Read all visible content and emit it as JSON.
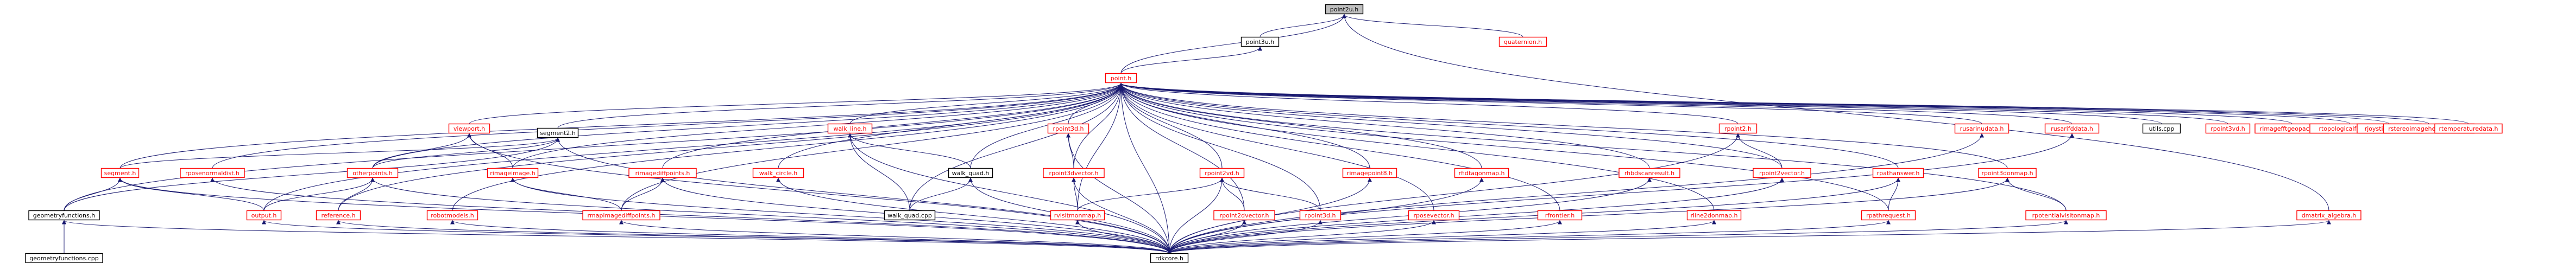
{
  "colors": {
    "edge": "#191970",
    "border_default": "#000000",
    "text_default": "#000000",
    "border_missing": "#ff0000",
    "text_missing": "#ff0000",
    "focus_fill": "#bfbfbf"
  },
  "graph": {
    "nodes": [
      {
        "id": "point2u",
        "label": "point2u.h",
        "style": "focus"
      },
      {
        "id": "quaternion",
        "label": "quaternion.h",
        "style": "missing"
      },
      {
        "id": "point3u",
        "label": "point3u.h",
        "style": "default"
      },
      {
        "id": "point",
        "label": "point.h",
        "style": "missing"
      },
      {
        "id": "viewport",
        "label": "viewport.h",
        "style": "missing"
      },
      {
        "id": "segment2",
        "label": "segment2.h",
        "style": "default"
      },
      {
        "id": "walk_line",
        "label": "walk_line.h",
        "style": "missing"
      },
      {
        "id": "rpoint3d",
        "label": "rpoint3d.h",
        "style": "missing"
      },
      {
        "id": "rpoint2",
        "label": "rpoint2.h",
        "style": "missing"
      },
      {
        "id": "rusarinudata",
        "label": "rusarinudata.h",
        "style": "missing"
      },
      {
        "id": "rusarifddata",
        "label": "rusarifddata.h",
        "style": "missing"
      },
      {
        "id": "utils_cpp",
        "label": "utils.cpp",
        "style": "default"
      },
      {
        "id": "rpoint3vd",
        "label": "rpoint3vd.h",
        "style": "missing"
      },
      {
        "id": "rimagefftgeopacket",
        "label": "rimagefftgeopacket.h",
        "style": "missing"
      },
      {
        "id": "rtopologicalfrontier",
        "label": "rtopologicalfrontier.h",
        "style": "missing"
      },
      {
        "id": "rjoystickstatus",
        "label": "rjoystickstatus.h",
        "style": "missing"
      },
      {
        "id": "rstereoimageheightsdata",
        "label": "rstereoimageheightsdata.h",
        "style": "missing"
      },
      {
        "id": "rtemperaturedata",
        "label": "rtemperaturedata.h",
        "style": "missing"
      },
      {
        "id": "segment",
        "label": "segment.h",
        "style": "missing"
      },
      {
        "id": "rposenormaldist",
        "label": "rposenormaldist.h",
        "style": "missing"
      },
      {
        "id": "otherpoints",
        "label": "otherpoints.h",
        "style": "missing"
      },
      {
        "id": "rimageimage",
        "label": "rimageimage.h",
        "style": "missing"
      },
      {
        "id": "rimagediffpoints",
        "label": "rimagediffpoints.h",
        "style": "missing"
      },
      {
        "id": "walk_circle",
        "label": "walk_circle.h",
        "style": "missing"
      },
      {
        "id": "walk_quad",
        "label": "walk_quad.h",
        "style": "default"
      },
      {
        "id": "rpoint3dvector",
        "label": "rpoint3dvector.h",
        "style": "missing"
      },
      {
        "id": "rpoint2vd",
        "label": "rpoint2vd.h",
        "style": "missing"
      },
      {
        "id": "rimagepoint8",
        "label": "rimagepoint8.h",
        "style": "missing"
      },
      {
        "id": "rfidtagonmap",
        "label": "rfidtagonmap.h",
        "style": "missing"
      },
      {
        "id": "rhbdscanresult",
        "label": "rhbdscanresult.h",
        "style": "missing"
      },
      {
        "id": "rpoint2vector",
        "label": "rpoint2vector.h",
        "style": "missing"
      },
      {
        "id": "rpathanswer",
        "label": "rpathanswer.h",
        "style": "missing"
      },
      {
        "id": "rpoint3donmap",
        "label": "rpoint3donmap.h",
        "style": "missing"
      },
      {
        "id": "geometryfunctions",
        "label": "geometryfunctions.h",
        "style": "default"
      },
      {
        "id": "output",
        "label": "output.h",
        "style": "missing"
      },
      {
        "id": "reference",
        "label": "reference.h",
        "style": "missing"
      },
      {
        "id": "robotmodels",
        "label": "robotmodels.h",
        "style": "missing"
      },
      {
        "id": "rmapimagediffpoints",
        "label": "rmapimagediffpoints.h",
        "style": "missing"
      },
      {
        "id": "walk_quad_cpp",
        "label": "walk_quad.cpp",
        "style": "default"
      },
      {
        "id": "rvisitmonmap",
        "label": "rvisitmonmap.h",
        "style": "missing"
      },
      {
        "id": "rpoint2dvector",
        "label": "rpoint2dvector.h",
        "style": "missing"
      },
      {
        "id": "rpoint3d_2",
        "label": "rpoint3d.h",
        "style": "missing"
      },
      {
        "id": "rposevector",
        "label": "rposevector.h",
        "style": "missing"
      },
      {
        "id": "rfrontier",
        "label": "rfrontier.h",
        "style": "missing"
      },
      {
        "id": "rline2donmap",
        "label": "rline2donmap.h",
        "style": "missing"
      },
      {
        "id": "rpathrequest",
        "label": "rpathrequest.h",
        "style": "missing"
      },
      {
        "id": "rpotentialvisitonmap",
        "label": "rpotentialvisitonmap.h",
        "style": "missing"
      },
      {
        "id": "dmatrix_algebra",
        "label": "dmatrix_algebra.h",
        "style": "missing"
      },
      {
        "id": "geometryfunctions_cpp",
        "label": "geometryfunctions.cpp",
        "style": "default"
      },
      {
        "id": "rdkcore",
        "label": "rdkcore.h",
        "style": "default"
      }
    ],
    "edges": [
      [
        "point2u",
        "point3u"
      ],
      [
        "point2u",
        "quaternion"
      ],
      [
        "point2u",
        "point"
      ],
      [
        "point2u",
        "dmatrix_algebra"
      ],
      [
        "point3u",
        "point"
      ],
      [
        "point",
        "viewport"
      ],
      [
        "point",
        "segment2"
      ],
      [
        "point",
        "walk_line"
      ],
      [
        "point",
        "rpoint3d"
      ],
      [
        "point",
        "rpoint2"
      ],
      [
        "point",
        "rusarinudata"
      ],
      [
        "point",
        "rusarifddata"
      ],
      [
        "point",
        "utils_cpp"
      ],
      [
        "point",
        "rpoint3vd"
      ],
      [
        "point",
        "rimagefftgeopacket"
      ],
      [
        "point",
        "rtopologicalfrontier"
      ],
      [
        "point",
        "rjoystickstatus"
      ],
      [
        "point",
        "rstereoimageheightsdata"
      ],
      [
        "point",
        "rtemperaturedata"
      ],
      [
        "point",
        "segment"
      ],
      [
        "point",
        "rposenormaldist"
      ],
      [
        "point",
        "otherpoints"
      ],
      [
        "point",
        "rimageimage"
      ],
      [
        "point",
        "rimagediffpoints"
      ],
      [
        "point",
        "walk_circle"
      ],
      [
        "point",
        "walk_quad"
      ],
      [
        "point",
        "rpoint3dvector"
      ],
      [
        "point",
        "rpoint2vd"
      ],
      [
        "point",
        "rimagepoint8"
      ],
      [
        "point",
        "rfidtagonmap"
      ],
      [
        "point",
        "rhbdscanresult"
      ],
      [
        "point",
        "rpoint2vector"
      ],
      [
        "point",
        "rpathanswer"
      ],
      [
        "point",
        "rpoint3donmap"
      ],
      [
        "point",
        "geometryfunctions"
      ],
      [
        "point",
        "output"
      ],
      [
        "point",
        "reference"
      ],
      [
        "point",
        "robotmodels"
      ],
      [
        "point",
        "rmapimagediffpoints"
      ],
      [
        "point",
        "walk_quad_cpp"
      ],
      [
        "point",
        "rvisitmonmap"
      ],
      [
        "point",
        "rpoint2dvector"
      ],
      [
        "point",
        "rpoint3d_2"
      ],
      [
        "point",
        "rposevector"
      ],
      [
        "point",
        "rfrontier"
      ],
      [
        "point",
        "rline2donmap"
      ],
      [
        "point",
        "rpathrequest"
      ],
      [
        "point",
        "rpotentialvisitonmap"
      ],
      [
        "point",
        "rdkcore"
      ],
      [
        "viewport",
        "otherpoints"
      ],
      [
        "viewport",
        "rimageimage"
      ],
      [
        "viewport",
        "rdkcore"
      ],
      [
        "segment2",
        "segment"
      ],
      [
        "segment2",
        "otherpoints"
      ],
      [
        "segment2",
        "geometryfunctions"
      ],
      [
        "segment2",
        "rdkcore"
      ],
      [
        "walk_line",
        "walk_quad"
      ],
      [
        "walk_line",
        "walk_quad_cpp"
      ],
      [
        "walk_line",
        "rdkcore"
      ],
      [
        "rpoint3d",
        "rpoint3dvector"
      ],
      [
        "rpoint3d",
        "rdkcore"
      ],
      [
        "rpoint2",
        "rpoint2vector"
      ],
      [
        "rpoint2",
        "rdkcore"
      ],
      [
        "rusarinudata",
        "rdkcore"
      ],
      [
        "rusarifddata",
        "rdkcore"
      ],
      [
        "segment",
        "geometryfunctions"
      ],
      [
        "segment",
        "output"
      ],
      [
        "segment",
        "rdkcore"
      ],
      [
        "rposenormaldist",
        "rdkcore"
      ],
      [
        "otherpoints",
        "output"
      ],
      [
        "otherpoints",
        "reference"
      ],
      [
        "otherpoints",
        "rdkcore"
      ],
      [
        "rimageimage",
        "rmapimagediffpoints"
      ],
      [
        "rimageimage",
        "rdkcore"
      ],
      [
        "rimagediffpoints",
        "rmapimagediffpoints"
      ],
      [
        "rimagediffpoints",
        "rdkcore"
      ],
      [
        "walk_circle",
        "rdkcore"
      ],
      [
        "walk_quad",
        "walk_quad_cpp"
      ],
      [
        "walk_quad",
        "rdkcore"
      ],
      [
        "rpoint3dvector",
        "rvisitmonmap"
      ],
      [
        "rpoint3dvector",
        "rdkcore"
      ],
      [
        "rpoint2vd",
        "rvisitmonmap"
      ],
      [
        "rpoint2vd",
        "rpoint2dvector"
      ],
      [
        "rpoint2vd",
        "rpoint3d_2"
      ],
      [
        "rpoint2vd",
        "rdkcore"
      ],
      [
        "rimagepoint8",
        "rdkcore"
      ],
      [
        "rfidtagonmap",
        "rdkcore"
      ],
      [
        "rhbdscanresult",
        "rdkcore"
      ],
      [
        "rpoint2vector",
        "rdkcore"
      ],
      [
        "rpathanswer",
        "rpathrequest"
      ],
      [
        "rpathanswer",
        "rdkcore"
      ],
      [
        "rpoint3donmap",
        "rpotentialvisitonmap"
      ],
      [
        "rpoint3donmap",
        "rdkcore"
      ],
      [
        "geometryfunctions",
        "geometryfunctions_cpp"
      ],
      [
        "geometryfunctions",
        "rdkcore"
      ],
      [
        "output",
        "rdkcore"
      ],
      [
        "reference",
        "rdkcore"
      ],
      [
        "robotmodels",
        "rdkcore"
      ],
      [
        "rmapimagediffpoints",
        "rdkcore"
      ],
      [
        "rvisitmonmap",
        "rdkcore"
      ],
      [
        "rpoint2dvector",
        "rdkcore"
      ],
      [
        "rpoint3d_2",
        "rdkcore"
      ],
      [
        "rposevector",
        "rdkcore"
      ],
      [
        "rfrontier",
        "rdkcore"
      ],
      [
        "rline2donmap",
        "rdkcore"
      ],
      [
        "rpathrequest",
        "rdkcore"
      ],
      [
        "rpotentialvisitonmap",
        "rdkcore"
      ],
      [
        "dmatrix_algebra",
        "rdkcore"
      ]
    ]
  }
}
